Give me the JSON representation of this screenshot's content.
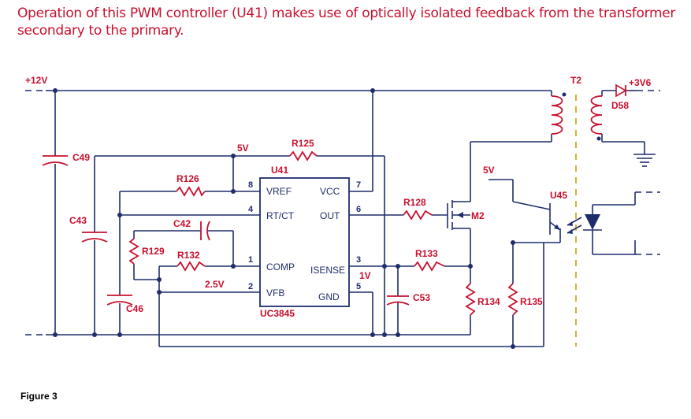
{
  "caption": "Operation of this PWM controller (U41) makes use of optically isolated feedback from the transformer secondary to the primary.",
  "figure_label": "Figure 3",
  "colors": {
    "wire": "#1f2d6b",
    "component": "#c8102e",
    "label": "#c8102e",
    "isolation": "#c8a000"
  },
  "chip": {
    "ref": "U41",
    "part": "UC3845",
    "pins": {
      "vref": "VREF",
      "vcc": "VCC",
      "rtct": "RT/CT",
      "out": "OUT",
      "comp": "COMP",
      "isense": "ISENSE",
      "vfb": "VFB",
      "gnd": "GND"
    },
    "pin_numbers": {
      "p8": "8",
      "p7": "7",
      "p4": "4",
      "p6": "6",
      "p1": "1",
      "p3": "3",
      "p2": "2",
      "p5": "5"
    }
  },
  "rails": {
    "v12": "+12V",
    "v5_top": "5V",
    "v5_right": "5V",
    "v2_5": "2.5V",
    "v1": "1V",
    "v3_6": "+3V6"
  },
  "components": {
    "c49": "C49",
    "c43": "C43",
    "c46": "C46",
    "c42": "C42",
    "c53": "C53",
    "r125": "R125",
    "r126": "R126",
    "r128": "R128",
    "r129": "R129",
    "r132": "R132",
    "r133": "R133",
    "r134": "R134",
    "r135": "R135",
    "m2": "M2",
    "t2": "T2",
    "d58": "D58",
    "u45": "U45"
  }
}
